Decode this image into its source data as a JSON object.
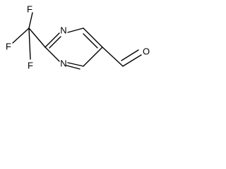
{
  "molecule": {
    "atoms": {
      "f_top": "F",
      "f_left": "F",
      "f_bottom": "F",
      "n_top": "N",
      "n_bottom": "N",
      "o_aldehyde": "O"
    }
  }
}
